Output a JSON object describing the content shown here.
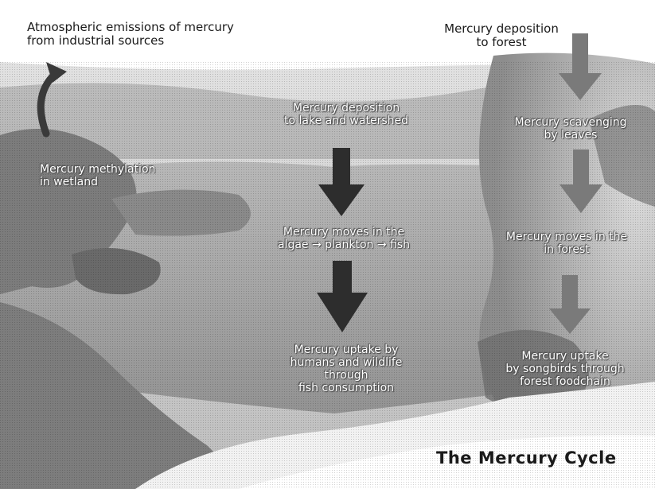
{
  "diagram": {
    "title": "The Mercury Cycle",
    "labels": {
      "emissions": "Atmospheric emissions of mercury\nfrom industrial sources",
      "deposition_forest": "Mercury deposition\nto forest",
      "deposition_lake": "Mercury deposition\nto lake and watershed",
      "scavenging": "Mercury scavenging\nby leaves",
      "methylation": "Mercury methylation\nin wetland",
      "food_lake": "Mercury moves in the\nalgae → plankton → fish",
      "food_forest": "Mercury moves in the\nin forest",
      "uptake_humans": "Mercury uptake by\nhumans and wildlife\nthrough\nfish consumption",
      "uptake_songbirds": "Mercury uptake\nby songbirds through\nforest foodchain"
    },
    "colors": {
      "sky": "#c9c9c9",
      "water": "#a7a7a7",
      "land": "#8a8a8a",
      "arrow_dark": "#2d2d2d",
      "arrow_light": "#7a7a7a",
      "text_dark": "#1a1a1a"
    },
    "icons": [
      "curved-arrow-icon",
      "down-arrow-icon"
    ]
  }
}
